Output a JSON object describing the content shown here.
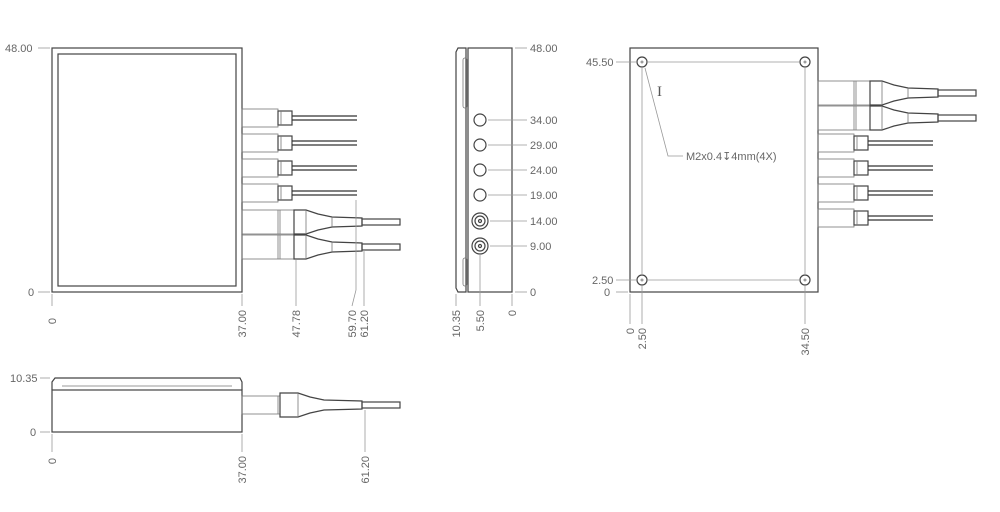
{
  "front_view": {
    "vertical_dims": [
      "48.00",
      "0"
    ],
    "horizontal_dims": [
      "0",
      "37.00",
      "47.78",
      "59.70",
      "61.20"
    ]
  },
  "side_view": {
    "vertical_dims": [
      "48.00",
      "34.00",
      "29.00",
      "24.00",
      "19.00",
      "14.00",
      "9.00",
      "0"
    ],
    "horizontal_dims": [
      "10.35",
      "5.50",
      "0"
    ]
  },
  "back_view": {
    "vertical_dims": [
      "45.50",
      "2.50",
      "0"
    ],
    "horizontal_dims": [
      "0",
      "2.50",
      "34.50"
    ],
    "hole_callout": "M2x0.4↧4mm(4X)"
  },
  "bottom_view": {
    "vertical_dims": [
      "10.35",
      "0"
    ],
    "horizontal_dims": [
      "0",
      "37.00",
      "61.20"
    ]
  }
}
